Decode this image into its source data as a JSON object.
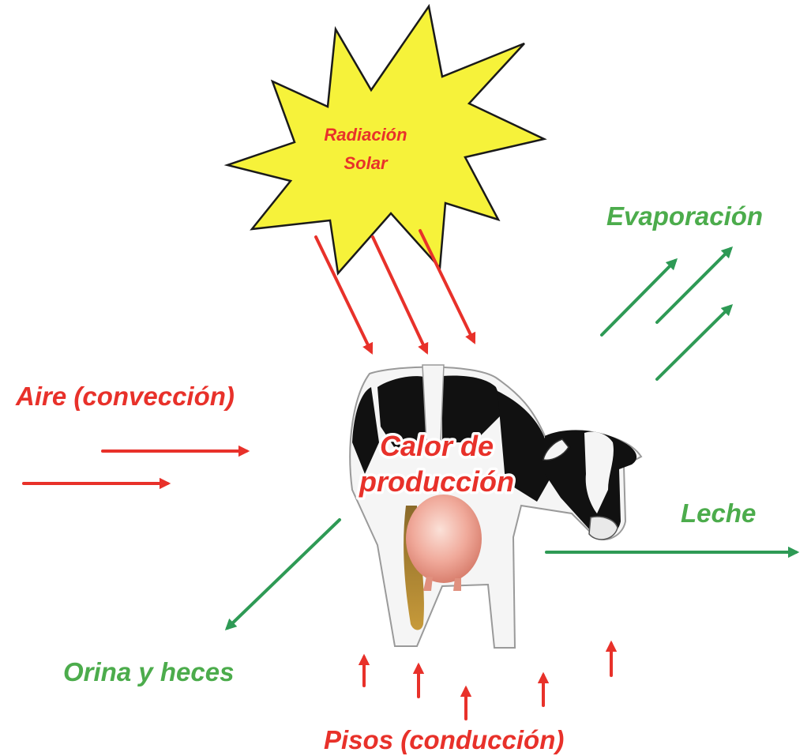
{
  "labels": {
    "sun_line1": "Radiación",
    "sun_line2": "Solar",
    "evaporation": "Evaporación",
    "air": "Aire (convección)",
    "calor_line1": "Calor de",
    "calor_line2": "producción",
    "milk": "Leche",
    "urine": "Orina y heces",
    "floors": "Pisos (conducción)"
  },
  "colors": {
    "red": "#e8312a",
    "green": "#2e9a55",
    "green_text": "#4cac4c",
    "sun_fill": "#f6f23a",
    "sun_stroke": "#1a1a1a"
  }
}
